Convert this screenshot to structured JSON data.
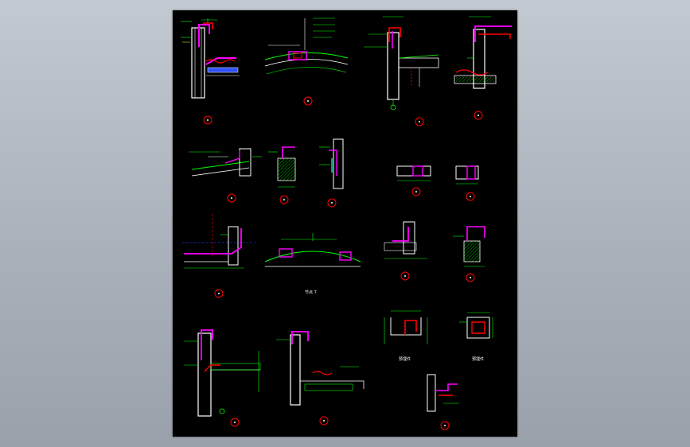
{
  "viewer": {
    "background_top": "#c3c9d1",
    "background_bottom": "#9aa1ab"
  },
  "drawing": {
    "sheet_color": "#000000",
    "section_caption": "节点 7",
    "detail_caption_a": "预埋件",
    "detail_caption_b": "预埋件",
    "palette": {
      "line_white": "#ffffff",
      "line_green": "#00ff00",
      "line_magenta": "#ff00ff",
      "line_red": "#ff0000",
      "line_cyan": "#00ffff",
      "line_yellow": "#ffff00",
      "line_blue": "#3050ff"
    }
  }
}
